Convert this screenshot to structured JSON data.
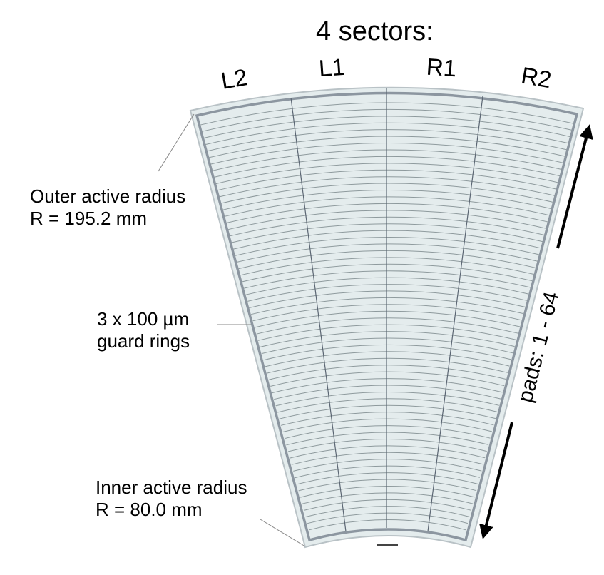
{
  "title": "4 sectors:",
  "sectors": [
    "L2",
    "L1",
    "R1",
    "R2"
  ],
  "annotations": {
    "outer_line1": "Outer active radius",
    "outer_line2": "R = 195.2 mm",
    "guard_line1": "3 x 100 µm",
    "guard_line2": "guard rings",
    "inner_line1": "Inner active radius",
    "inner_line2": "R = 80.0 mm"
  },
  "pads_label": "pads: 1 - 64",
  "pads_count": 64,
  "colors": {
    "detector_fill": "#e4eced",
    "pad_line": "#8e9a9d",
    "sector_line": "#5b6673",
    "guard_ring": "#8c96a0",
    "arrow": "#000000"
  }
}
